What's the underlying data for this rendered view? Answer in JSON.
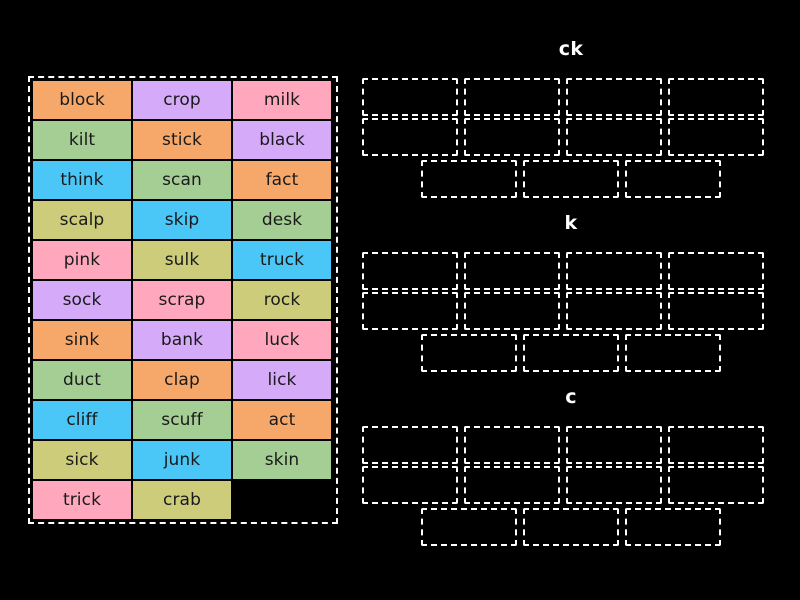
{
  "palette": {
    "background": "#000000",
    "border": "#ffffff",
    "text_dark": "#1a1a1a",
    "text_light": "#ffffff",
    "orange": "#F6A86B",
    "green": "#A5CE95",
    "cyan": "#4BC7F7",
    "khaki": "#CCCC7B",
    "pink": "#FFA8BD",
    "purple": "#D5AAF8"
  },
  "word_bank": {
    "label": "word-bank",
    "columns": 3,
    "tiles": [
      {
        "word": "block",
        "color": "#F6A86B"
      },
      {
        "word": "crop",
        "color": "#D5AAF8"
      },
      {
        "word": "milk",
        "color": "#FFA8BD"
      },
      {
        "word": "kilt",
        "color": "#A5CE95"
      },
      {
        "word": "stick",
        "color": "#F6A86B"
      },
      {
        "word": "black",
        "color": "#D5AAF8"
      },
      {
        "word": "think",
        "color": "#4BC7F7"
      },
      {
        "word": "scan",
        "color": "#A5CE95"
      },
      {
        "word": "fact",
        "color": "#F6A86B"
      },
      {
        "word": "scalp",
        "color": "#CCCC7B"
      },
      {
        "word": "skip",
        "color": "#4BC7F7"
      },
      {
        "word": "desk",
        "color": "#A5CE95"
      },
      {
        "word": "pink",
        "color": "#FFA8BD"
      },
      {
        "word": "sulk",
        "color": "#CCCC7B"
      },
      {
        "word": "truck",
        "color": "#4BC7F7"
      },
      {
        "word": "sock",
        "color": "#D5AAF8"
      },
      {
        "word": "scrap",
        "color": "#FFA8BD"
      },
      {
        "word": "rock",
        "color": "#CCCC7B"
      },
      {
        "word": "sink",
        "color": "#F6A86B"
      },
      {
        "word": "bank",
        "color": "#D5AAF8"
      },
      {
        "word": "luck",
        "color": "#FFA8BD"
      },
      {
        "word": "duct",
        "color": "#A5CE95"
      },
      {
        "word": "clap",
        "color": "#F6A86B"
      },
      {
        "word": "lick",
        "color": "#D5AAF8"
      },
      {
        "word": "cliff",
        "color": "#4BC7F7"
      },
      {
        "word": "scuff",
        "color": "#A5CE95"
      },
      {
        "word": "act",
        "color": "#F6A86B"
      },
      {
        "word": "sick",
        "color": "#CCCC7B"
      },
      {
        "word": "junk",
        "color": "#4BC7F7"
      },
      {
        "word": "skin",
        "color": "#A5CE95"
      },
      {
        "word": "trick",
        "color": "#FFA8BD"
      },
      {
        "word": "crab",
        "color": "#CCCC7B"
      }
    ]
  },
  "drop_sections": [
    {
      "title": "ck",
      "slot_rows": [
        4,
        4,
        3
      ],
      "slots_total": 11,
      "filled": []
    },
    {
      "title": "k",
      "slot_rows": [
        4,
        4,
        3
      ],
      "slots_total": 11,
      "filled": []
    },
    {
      "title": "c",
      "slot_rows": [
        4,
        4,
        3
      ],
      "slots_total": 11,
      "filled": []
    }
  ]
}
